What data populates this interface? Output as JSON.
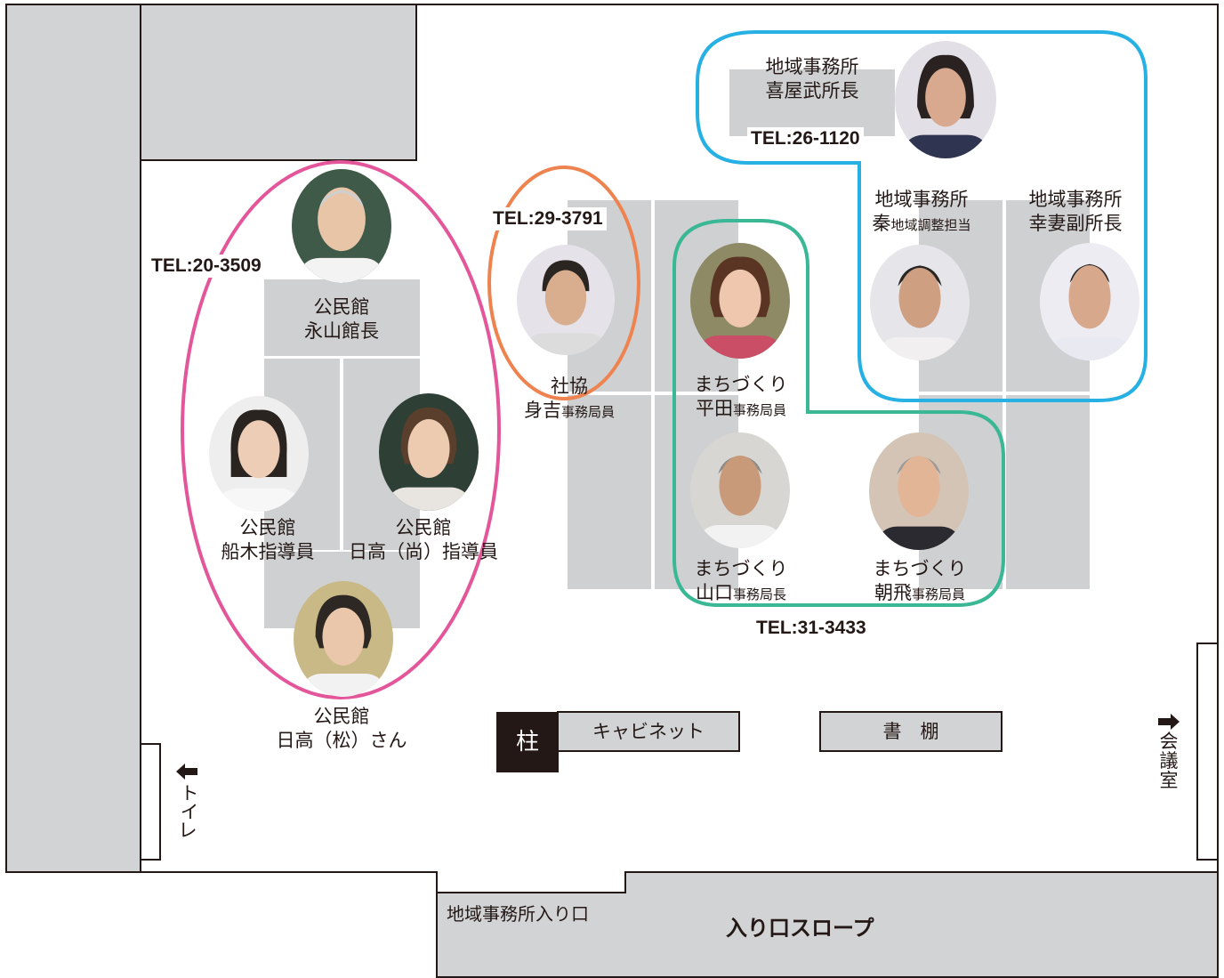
{
  "colors": {
    "pink_group": "#e4569a",
    "orange_group": "#ef8350",
    "green_group": "#3ab795",
    "blue_group": "#26b0e4",
    "wall_gray": "#d2d3d5",
    "pillar": "#231815"
  },
  "groups": {
    "kominkan": {
      "tel": "TEL:20-3509",
      "chief": {
        "role": "公民館",
        "name": "永山館長",
        "icon": "person-photo"
      },
      "funaki": {
        "role": "公民館",
        "name": "船木指導員",
        "icon": "person-photo"
      },
      "hidaka_nao": {
        "role": "公民館",
        "name": "日高（尚）指導員",
        "icon": "person-photo"
      },
      "hidaka_matsu": {
        "role": "公民館",
        "name": "日高（松）さん",
        "icon": "person-photo"
      }
    },
    "shakyo": {
      "tel": "TEL:29-3791",
      "member": {
        "role": "社協",
        "name": "身吉",
        "title": "事務局員",
        "icon": "person-photo"
      }
    },
    "machizukuri": {
      "tel": "TEL:31-3433",
      "hirata": {
        "role": "まちづくり",
        "name": "平田",
        "title": "事務局員",
        "icon": "person-photo"
      },
      "yamaguchi": {
        "role": "まちづくり",
        "name": "山口",
        "title": "事務局長",
        "icon": "person-photo"
      },
      "asahi": {
        "role": "まちづくり",
        "name": "朝飛",
        "title": "事務局員",
        "icon": "person-photo"
      }
    },
    "chiiki": {
      "tel": "TEL:26-1120",
      "chief": {
        "role": "地域事務所",
        "name": "喜屋武所長",
        "icon": "person-photo"
      },
      "hata": {
        "role": "地域事務所",
        "name": "秦",
        "title": "地域調整担当",
        "icon": "person-photo"
      },
      "kozuma": {
        "role": "地域事務所",
        "name": "幸妻副所長",
        "icon": "person-photo"
      }
    }
  },
  "fixtures": {
    "pillar": "柱",
    "cabinet": "キャビネット",
    "bookshelf": "書　棚",
    "toilet": [
      "トイ",
      "レ"
    ],
    "meeting_room": [
      "会",
      "議",
      "室"
    ],
    "office_entrance": "地域事務所入り口",
    "entrance_slope": "入り口スロープ"
  }
}
